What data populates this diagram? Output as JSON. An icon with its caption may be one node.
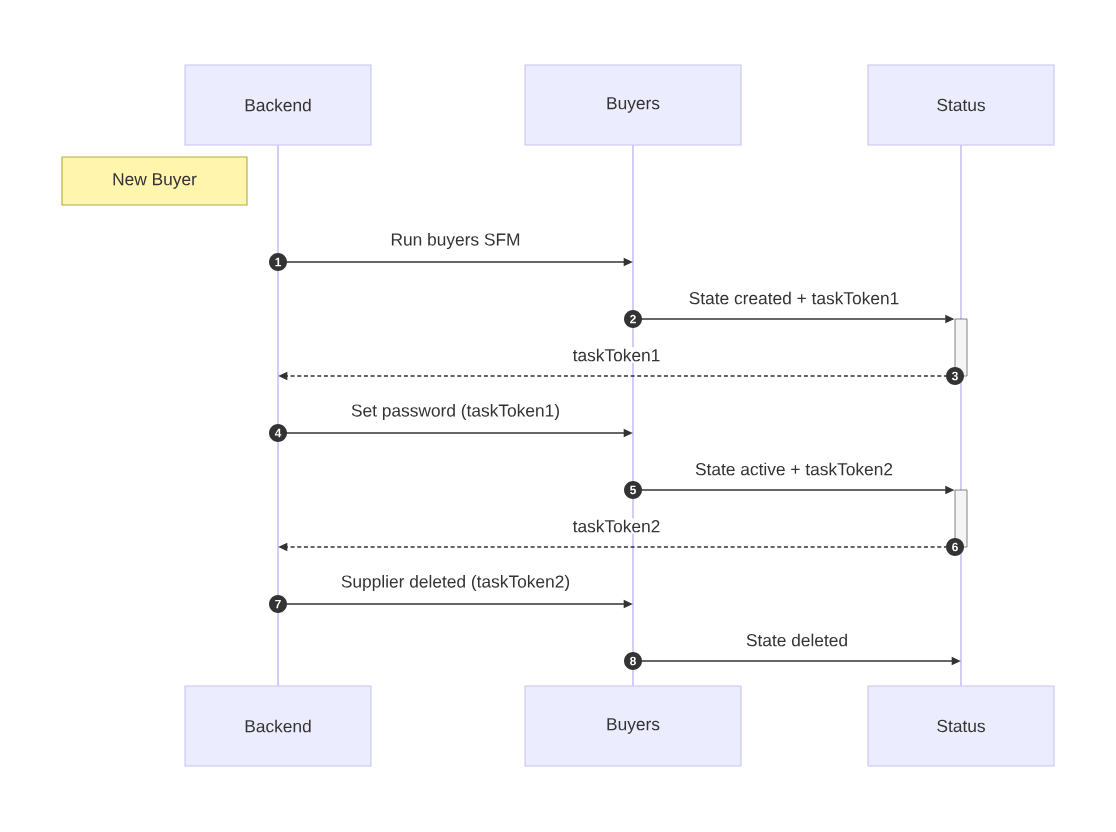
{
  "diagram": {
    "nodes": [
      {
        "text": [
          "Backend"
        ]
      },
      {
        "text": [
          "Buyers"
        ]
      },
      {
        "text": [
          "Status"
        ]
      },
      {
        "text": [
          "New Buyer"
        ]
      },
      {
        "text": [],
        "shape": "line"
      },
      {
        "text": [],
        "shape": "line"
      },
      {
        "text": [],
        "shape": "line"
      },
      {
        "text": [],
        "shape": "bar"
      },
      {
        "text": [],
        "shape": "bar"
      },
      {
        "text": [
          "Backend"
        ]
      },
      {
        "text": [
          "Buyers"
        ]
      },
      {
        "text": [
          "Status"
        ]
      }
    ],
    "edges": [
      {
        "from": 4,
        "to": 5,
        "arrow": "to",
        "label": "Run buyers SFM"
      },
      {
        "from": 5,
        "to": 7,
        "arrow": "to",
        "label": "State created + taskToken1"
      },
      {
        "from": 7,
        "to": 4,
        "arrow": "to",
        "label": "taskToken1",
        "style": "dashed"
      },
      {
        "from": 4,
        "to": 5,
        "arrow": "to",
        "label": "Set password (taskToken1)"
      },
      {
        "from": 5,
        "to": 8,
        "arrow": "to",
        "label": "State active + taskToken2"
      },
      {
        "from": 8,
        "to": 4,
        "arrow": "to",
        "label": "taskToken2",
        "style": "dashed"
      },
      {
        "from": 4,
        "to": 5,
        "arrow": "to",
        "label": "Supplier deleted (taskToken2)"
      },
      {
        "from": 5,
        "to": 6,
        "arrow": "to",
        "label": "State deleted"
      }
    ],
    "labels": [
      "1",
      "2",
      "3",
      "4",
      "5",
      "6",
      "7",
      "8"
    ]
  }
}
